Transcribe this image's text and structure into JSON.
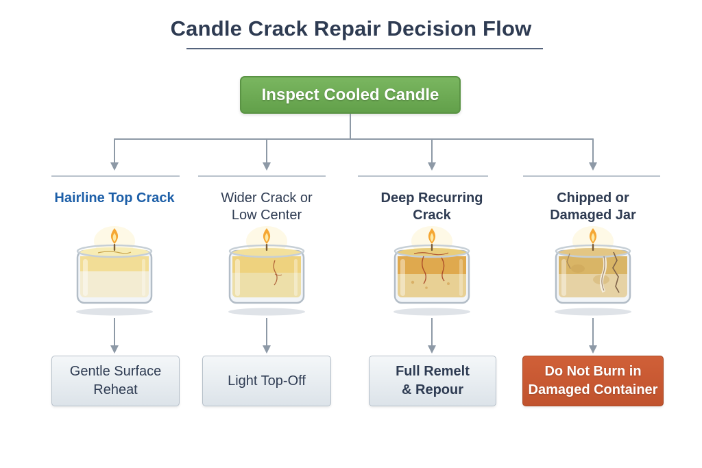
{
  "title": "Candle Crack Repair Decision Flow",
  "root": {
    "label": "Inspect Cooled Candle"
  },
  "branches": [
    {
      "id": "hairline-top-crack",
      "heading_lines": [
        "Hairline Top Crack"
      ],
      "action_lines": [
        "Gentle Surface",
        "Reheat"
      ],
      "candle_icon": "lit-candle-hairline-top-crack"
    },
    {
      "id": "wider-crack-low-center",
      "heading_lines": [
        "Wider Crack or",
        "Low Center"
      ],
      "action_lines": [
        "Light Top-Off"
      ],
      "candle_icon": "lit-candle-wider-body-crack"
    },
    {
      "id": "deep-recurring-crack",
      "heading_lines": [
        "Deep Recurring",
        "Crack"
      ],
      "action_lines": [
        "Full Remelt",
        "& Repour"
      ],
      "candle_icon": "lit-candle-deep-recurring-cracks"
    },
    {
      "id": "chipped-damaged-jar",
      "heading_lines": [
        "Chipped or",
        "Damaged Jar"
      ],
      "action_lines": [
        "Do Not Burn in",
        "Damaged Container"
      ],
      "candle_icon": "lit-candle-chipped-damaged-jar"
    }
  ],
  "colors": {
    "title_navy": "#2e3b52",
    "heading_blue": "#1d5fa8",
    "root_green": "#6aab52",
    "warning_orange": "#c8572f",
    "connector_gray": "#8d99a6",
    "action_box_bg": "#e7edf1"
  }
}
